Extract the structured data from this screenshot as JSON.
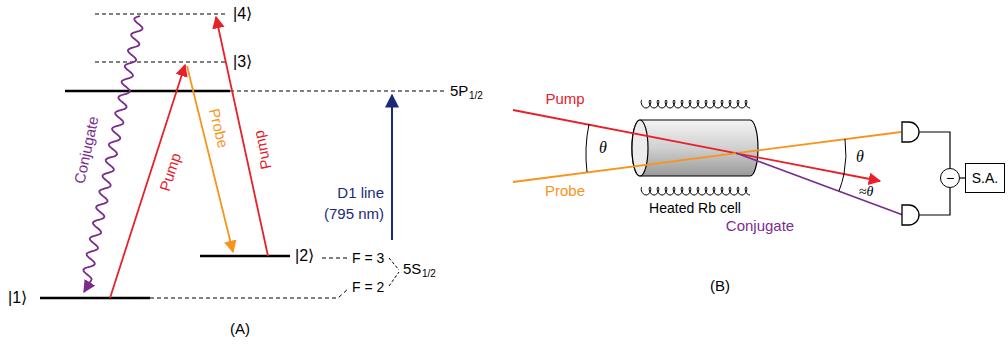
{
  "diagram": {
    "nodes": [
      {
        "text": [
          "−"
        ]
      },
      {
        "text": [
          "S.A."
        ]
      }
    ],
    "edges": [
      {
        "from": 0,
        "to": 1,
        "arrow": "none"
      }
    ],
    "labels": [
      "|4⟩",
      "|3⟩",
      "5P",
      "1/2",
      "|2⟩",
      "F = 3",
      "5S",
      "1/2",
      "F = 2",
      "|1⟩",
      "D1 line",
      "(795 nm)",
      "Conjugate",
      "Pump",
      "Probe",
      "Pump",
      "(A)",
      "Pump",
      "Probe",
      "θ",
      "Heated Rb cell",
      "θ",
      "≈θ",
      "Conjugate",
      "(B)"
    ]
  }
}
